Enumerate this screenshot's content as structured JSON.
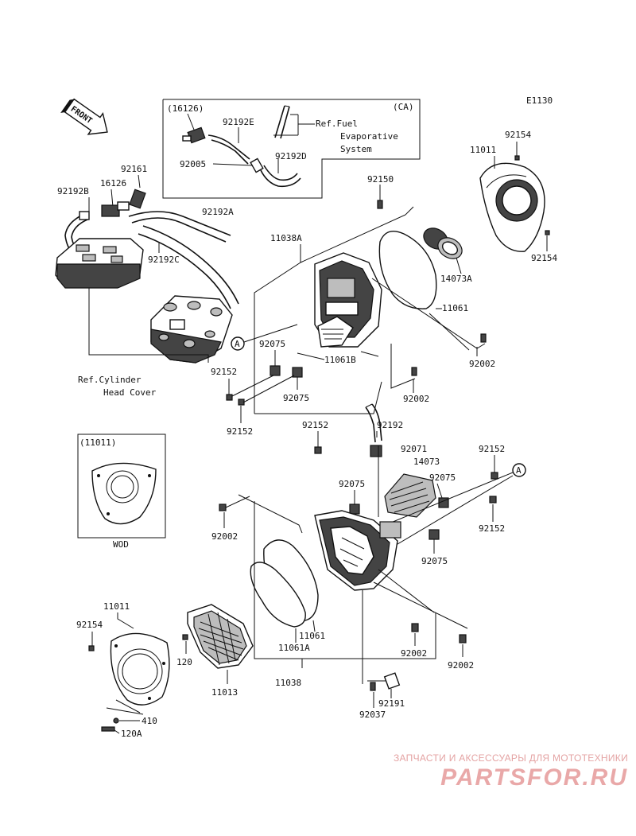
{
  "diagram_code": "E1130",
  "front_label": "FRONT",
  "callouts": {
    "ca": {
      "tag": "(CA)",
      "p16126": "(16126)",
      "p92192E": "92192E",
      "p92005": "92005",
      "p92192D": "92192D",
      "ref_line1": "Ref.Fuel",
      "ref_line2": "Evaporative",
      "ref_line3": "System"
    },
    "wod": {
      "header": "(11011)",
      "footer": "WOD"
    }
  },
  "labels": {
    "p92161": "92161",
    "p16126": "16126",
    "p92192B": "92192B",
    "p92192A": "92192A",
    "p92192C": "92192C",
    "ref_head_line1": "Ref.Cylinder",
    "ref_head_line2": "Head Cover",
    "p92150": "92150",
    "p11038A": "11038A",
    "p11011_top": "11011",
    "p92154_top": "92154",
    "p92154_right": "92154",
    "p14073A": "14073A",
    "p11061_top": "11061",
    "p92002_r1": "92002",
    "p92002_r2": "92002",
    "p92075_a": "92075",
    "p11061B": "11061B",
    "p92152_a": "92152",
    "p92075_b": "92075",
    "p92152_b": "92152",
    "marker_a1": "A",
    "marker_a2": "A",
    "p92192": "92192",
    "p92152_c": "92152",
    "p92071": "92071",
    "p92152_d": "92152",
    "p14073": "14073",
    "p92075_c": "92075",
    "p92075_d": "92075",
    "p92152_e": "92152",
    "p92002_l": "92002",
    "p92075_e": "92075",
    "p11011_bot": "11011",
    "p92154_bot": "92154",
    "p120": "120",
    "p11061_bot": "11061",
    "p11061A": "11061A",
    "p92002_b1": "92002",
    "p92002_b2": "92002",
    "p11013": "11013",
    "p11038": "11038",
    "p92191": "92191",
    "p92037": "92037",
    "p410": "410",
    "p120A": "120A"
  },
  "watermark": {
    "tagline": "ЗАПЧАСТИ И АКСЕССУАРЫ ДЛЯ МОТОТЕХНИКИ",
    "brand": "PARTSFOR.RU"
  }
}
